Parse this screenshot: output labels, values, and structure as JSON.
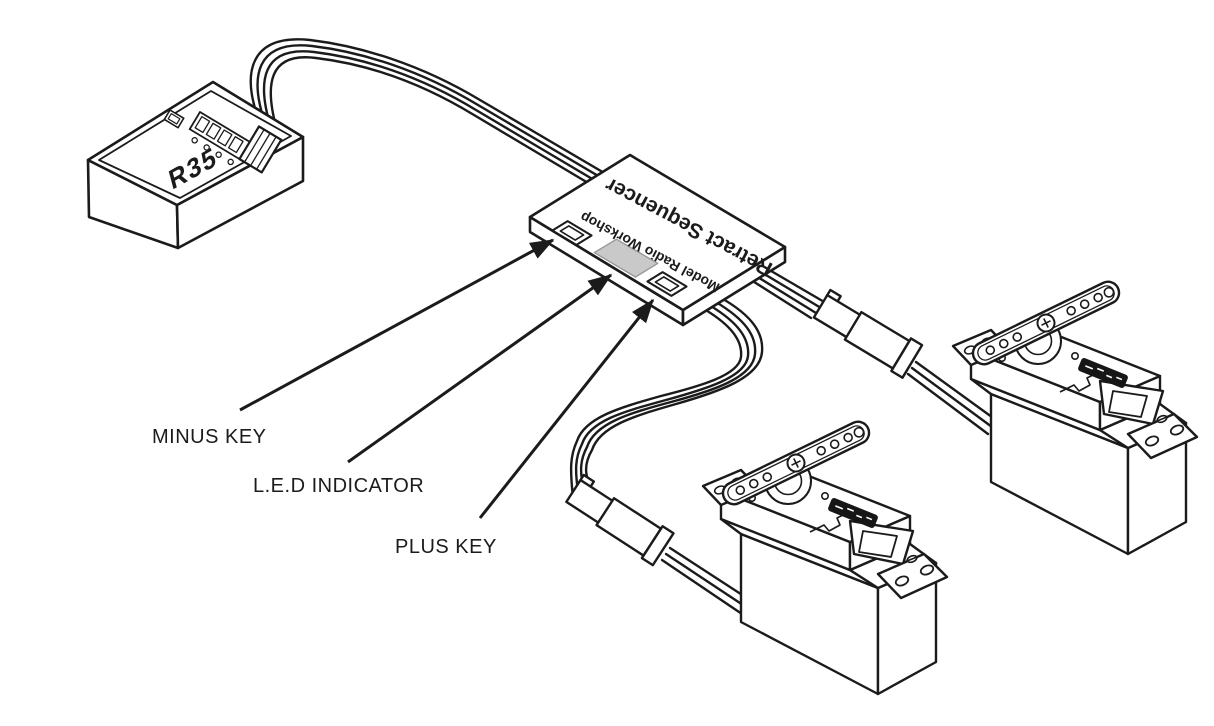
{
  "diagram": {
    "type": "wiring-illustration",
    "board": {
      "name_line": "Retract Sequencer",
      "brand_line": "Model Radio Workshop"
    },
    "receiver": {
      "marking": "R35"
    },
    "callouts": {
      "minus": "MINUS KEY",
      "led": "L.E.D INDICATOR",
      "plus": "PLUS KEY"
    },
    "components": [
      "radio-receiver",
      "retract-sequencer-board",
      "servo-connector-right",
      "servo-connector-center",
      "servo-right",
      "servo-center"
    ],
    "colors": {
      "line": "#1b1b1b",
      "led_fill": "#c9c9c9",
      "background": "#ffffff"
    }
  }
}
